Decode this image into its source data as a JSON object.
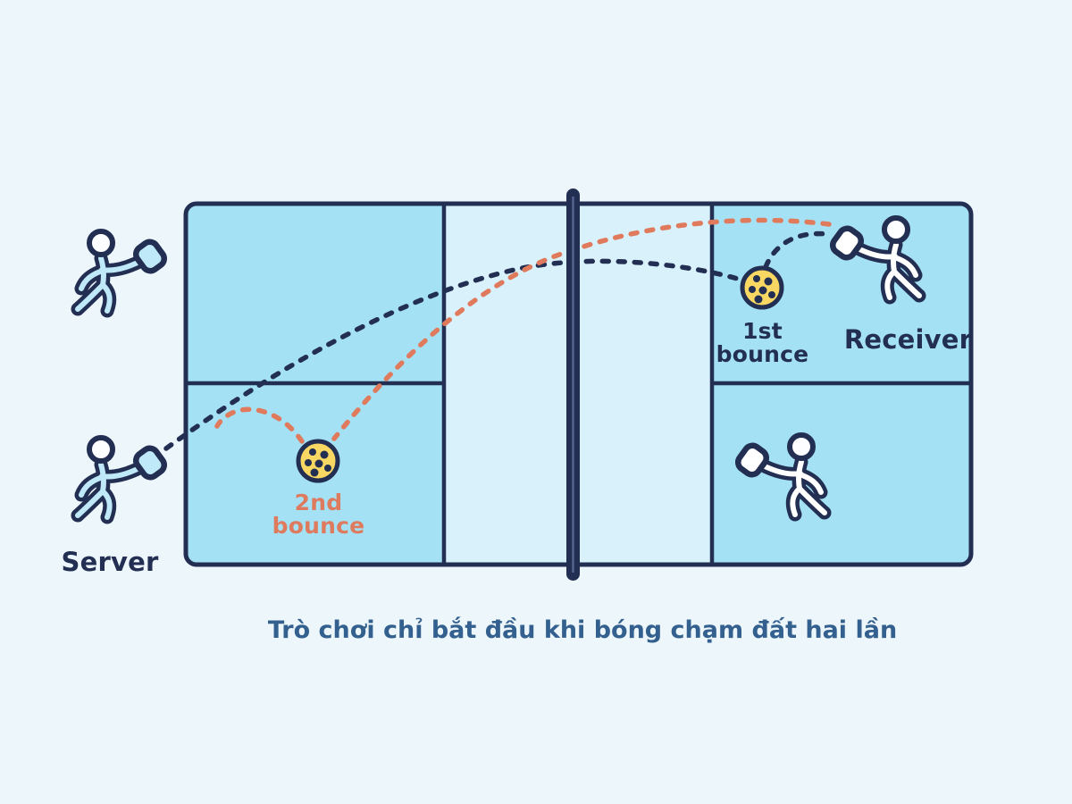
{
  "diagram": {
    "caption": "Trò chơi chỉ bắt đầu khi bóng chạm đất hai lần",
    "labels": {
      "server": "Server",
      "receiver": "Receiver",
      "first_bounce": {
        "line1": "1st",
        "line2": "bounce"
      },
      "second_bounce": {
        "line1": "2nd",
        "line2": "bounce"
      }
    },
    "icons": {
      "top_left_player": "player-with-paddle-icon",
      "server_player": "player-with-paddle-icon",
      "receiver_player": "player-with-paddle-icon",
      "bottom_right_player": "player-with-paddle-icon",
      "first_bounce_ball": "pickleball-icon",
      "second_bounce_ball": "pickleball-icon",
      "net": "net-post-icon"
    },
    "colors": {
      "background": "#edf7fb",
      "service_box_fill": "#a5e1f5",
      "kitchen_fill": "#d9f1fa",
      "line_navy": "#222e52",
      "trajectory_orange": "#e07a5c",
      "ball_yellow": "#f8d763",
      "caption_blue": "#33608e",
      "player_fill_left": "#bfe9f8",
      "player_fill_right": "#ffffff"
    }
  }
}
